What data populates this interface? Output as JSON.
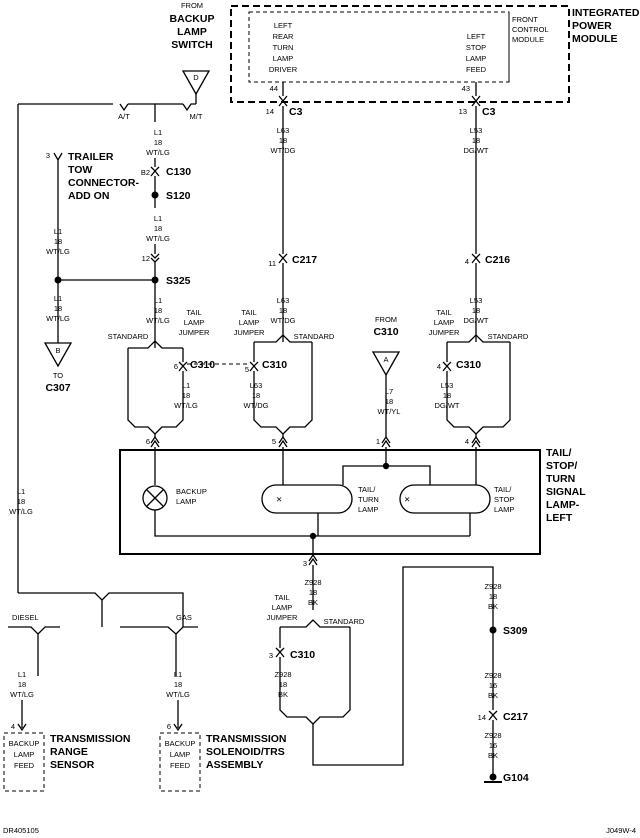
{
  "modules": {
    "ipm_title": [
      "INTEGRATED",
      "POWER",
      "MODULE"
    ],
    "fcm_label": [
      "FRONT",
      "CONTROL",
      "MODULE"
    ],
    "left_rear_turn": [
      "LEFT",
      "REAR",
      "TURN",
      "LAMP",
      "DRIVER"
    ],
    "left_stop_feed": [
      "LEFT",
      "STOP",
      "LAMP",
      "FEED"
    ],
    "lamp_assembly_title": [
      "TAIL/",
      "STOP/",
      "TURN",
      "SIGNAL",
      "LAMP-",
      "LEFT"
    ],
    "trans_range": [
      "TRANSMISSION",
      "RANGE",
      "SENSOR"
    ],
    "trans_solenoid": [
      "TRANSMISSION",
      "SOLENOID/TRS",
      "ASSEMBLY"
    ],
    "backup_lamp_feed": [
      "BACKUP",
      "LAMP",
      "FEED"
    ]
  },
  "from_labels": {
    "backup_switch": [
      "FROM",
      "BACKUP",
      "LAMP",
      "SWITCH"
    ],
    "from_c310": [
      "FROM",
      "C310"
    ],
    "to_c307": [
      "TO",
      "C307"
    ],
    "trailer": [
      "TRAILER",
      "TOW",
      "CONNECTOR-",
      "ADD ON"
    ]
  },
  "refs": {
    "D": "D",
    "B": "B",
    "A": "A"
  },
  "options": {
    "at": "A/T",
    "mt": "M/T",
    "standard": "STANDARD",
    "tail_lamp_jumper": [
      "TAIL",
      "LAMP",
      "JUMPER"
    ],
    "diesel": "DIESEL",
    "gas": "GAS"
  },
  "wires": {
    "l1": [
      "L1",
      "18",
      "WT/LG"
    ],
    "l1_16": [
      "L1",
      "18",
      "WT/LG"
    ],
    "l63": [
      "L63",
      "18",
      "WT/DG"
    ],
    "l53": [
      "L53",
      "18",
      "DG/WT"
    ],
    "l7": [
      "L7",
      "18",
      "WT/YL"
    ],
    "z928_18": [
      "Z928",
      "18",
      "BK"
    ],
    "z928_16": [
      "Z928",
      "16",
      "BK"
    ]
  },
  "connectors": {
    "c3": "C3",
    "c130": "C130",
    "s120": "S120",
    "s325": "S325",
    "c217": "C217",
    "c216": "C216",
    "c310": "C310",
    "s309": "S309",
    "g104": "G104"
  },
  "pins": {
    "p44": "44",
    "p43": "43",
    "p14": "14",
    "p13": "13",
    "p3": "3",
    "pb2": "B2",
    "p12": "12",
    "p11": "11",
    "p4": "4",
    "p6": "6",
    "p5": "5",
    "p1": "1"
  },
  "lamps": {
    "backup": [
      "BACKUP",
      "LAMP"
    ],
    "tail_turn": [
      "TAIL/",
      "TURN",
      "LAMP"
    ],
    "tail_stop": [
      "TAIL/",
      "STOP",
      "LAMP"
    ]
  },
  "footer": {
    "left": "DR405105",
    "right": "J049W-4"
  }
}
